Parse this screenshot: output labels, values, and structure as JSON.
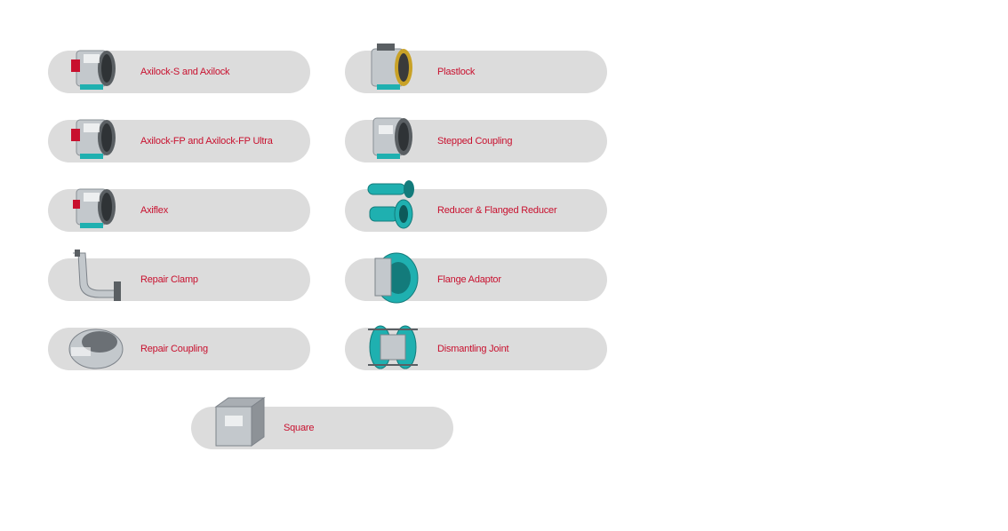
{
  "colors": {
    "pill_bg": "#dcdcdc",
    "label_color": "#c8102e",
    "steel": "#b9bec3",
    "teal": "#1fb0b0",
    "red": "#c8102e"
  },
  "products": [
    {
      "id": "axilock-s",
      "label": "Axilock-S and Axilock",
      "icon": "axilock-coupling-icon"
    },
    {
      "id": "plastlock",
      "label": "Plastlock",
      "icon": "plastlock-coupling-icon"
    },
    {
      "id": "axilock-fp",
      "label": "Axilock-FP and Axilock-FP Ultra",
      "icon": "axilock-fp-coupling-icon"
    },
    {
      "id": "stepped-coupling",
      "label": "Stepped Coupling",
      "icon": "stepped-coupling-icon"
    },
    {
      "id": "axiflex",
      "label": "Axiflex",
      "icon": "axiflex-coupling-icon"
    },
    {
      "id": "reducer",
      "label": "Reducer & Flanged Reducer",
      "icon": "reducer-pipe-icon"
    },
    {
      "id": "repair-clamp",
      "label": "Repair Clamp",
      "icon": "repair-clamp-icon"
    },
    {
      "id": "flange-adaptor",
      "label": "Flange Adaptor",
      "icon": "flange-adaptor-icon"
    },
    {
      "id": "repair-coupling",
      "label": "Repair Coupling",
      "icon": "repair-coupling-icon"
    },
    {
      "id": "dismantling-joint",
      "label": "Dismantling Joint",
      "icon": "dismantling-joint-icon"
    },
    {
      "id": "square",
      "label": "Square",
      "icon": "square-coupling-icon"
    }
  ]
}
